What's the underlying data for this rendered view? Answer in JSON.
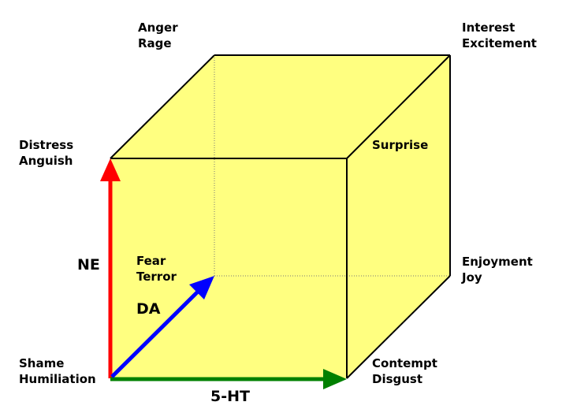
{
  "colors": {
    "cube_fill": "#FFFF80",
    "edge": "#000000",
    "ne_arrow": "#FF0000",
    "da_arrow": "#0000FF",
    "ht_arrow": "#008000"
  },
  "vertices": {
    "back_top_left": [
      "Anger",
      "Rage"
    ],
    "back_top_right": [
      "Interest",
      "Excitement"
    ],
    "front_top_left": [
      "Distress",
      "Anguish"
    ],
    "front_top_right": [
      "Surprise"
    ],
    "back_bottom_left": [
      "Fear",
      "Terror"
    ],
    "back_bottom_right": [
      "Enjoyment",
      "Joy"
    ],
    "front_bottom_left": [
      "Shame",
      "Humiliation"
    ],
    "front_bottom_right": [
      "Contempt",
      "Disgust"
    ]
  },
  "axes": {
    "ne": "NE",
    "da": "DA",
    "ht": "5-HT"
  }
}
